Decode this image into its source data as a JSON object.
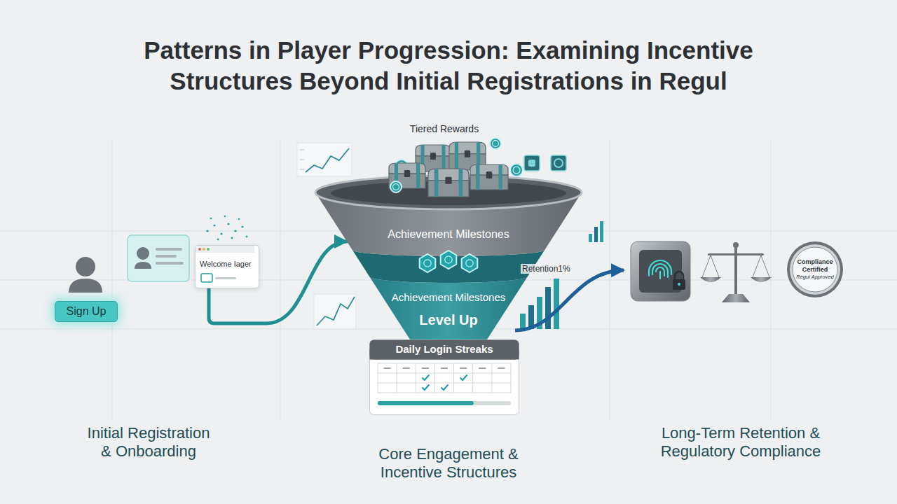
{
  "diagram": {
    "title": "Patterns in Player Progression: Examining Incentive Structures Beyond Initial Registrations in Regul",
    "nodes": [
      {
        "text": [
          "Sign Up"
        ]
      },
      {
        "text": [
          "Welcome Iager"
        ]
      },
      {
        "text": [
          "Achievement Milestones",
          "Achievement Milestones",
          "Level Up"
        ]
      },
      {
        "text": [
          "Daily Login Streaks"
        ]
      },
      {
        "text": [
          "Compliance Certified",
          "Regul Approved"
        ]
      }
    ],
    "edges": [
      {
        "from": 1,
        "to": 2,
        "arrow": "to"
      }
    ],
    "labels": [
      "Tiered Rewards",
      "Retention1%",
      "Initial Registration & Onboarding",
      "Core Engagement & Incentive Structures",
      "Long-Term Retention & Regulatory Compliance"
    ]
  }
}
